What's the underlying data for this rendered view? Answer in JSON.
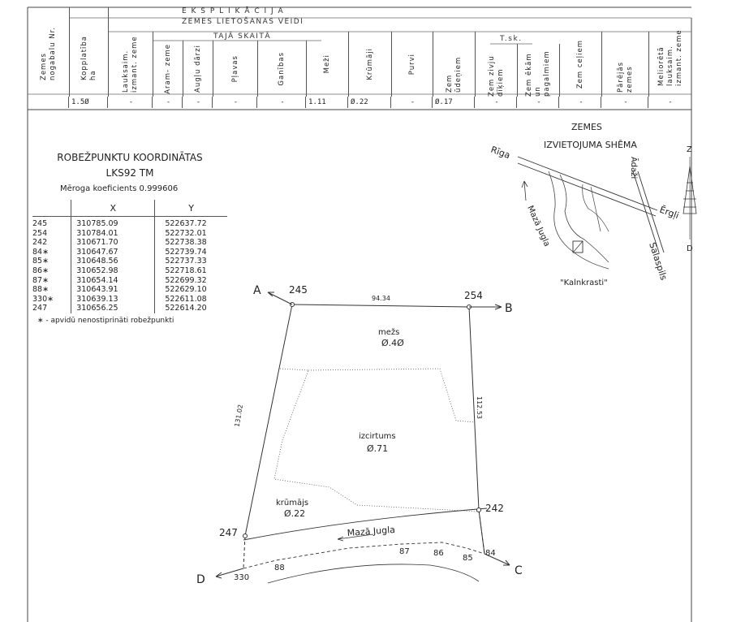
{
  "explication": {
    "title": "E K S P L I K Ā C I J A",
    "land_use_header": "ZEMES LIETOŠANAS VEIDI",
    "incl_header": "TAJĀ SKAITĀ",
    "tsk_header": "T.sk.",
    "columns": [
      {
        "label": "Zemes nogabalu Nr.",
        "value": ""
      },
      {
        "label": "Kopplatība ha",
        "value": "1.5Ø"
      },
      {
        "label": "Lauksaim. izmant. zeme",
        "value": "-"
      },
      {
        "label": "Aram- zeme",
        "value": "-"
      },
      {
        "label": "Augļu dārzi",
        "value": "-"
      },
      {
        "label": "Pļavas",
        "value": "-"
      },
      {
        "label": "Ganības",
        "value": "-"
      },
      {
        "label": "Meži",
        "value": "1.11"
      },
      {
        "label": "Krūmāji",
        "value": "Ø.22"
      },
      {
        "label": "Purvi",
        "value": "-"
      },
      {
        "label": "Zem ūdeņiem",
        "value": "Ø.17"
      },
      {
        "label": "Zem zivju dīķiem",
        "value": "-"
      },
      {
        "label": "Zem ēkām un pagalmiem",
        "value": "-"
      },
      {
        "label": "Zem ceļiem",
        "value": "-"
      },
      {
        "label": "Pārējās zemes",
        "value": "-"
      },
      {
        "label": "Meliorētā lauksaim. izmant. zeme",
        "value": "-"
      }
    ]
  },
  "coordinates": {
    "title_line1": "ROBEŽPUNKTU KOORDINĀTAS",
    "title_line2": "LKS92 TM",
    "scale_factor": "Mēroga koeficients 0.999606",
    "col_x": "X",
    "col_y": "Y",
    "rows": [
      {
        "n": "245",
        "x": "310785.09",
        "y": "522637.72"
      },
      {
        "n": "254",
        "x": "310784.01",
        "y": "522732.01"
      },
      {
        "n": "242",
        "x": "310671.70",
        "y": "522738.38"
      },
      {
        "n": "84∗",
        "x": "310647.67",
        "y": "522739.74"
      },
      {
        "n": "85∗",
        "x": "310648.56",
        "y": "522737.33"
      },
      {
        "n": "86∗",
        "x": "310652.98",
        "y": "522718.61"
      },
      {
        "n": "87∗",
        "x": "310654.14",
        "y": "522699.32"
      },
      {
        "n": "88∗",
        "x": "310643.91",
        "y": "522629.10"
      },
      {
        "n": "330∗",
        "x": "310639.13",
        "y": "522611.08"
      },
      {
        "n": "247",
        "x": "310656.25",
        "y": "522614.20"
      }
    ],
    "note": "∗ - apvidū nenostiprināti robežpunkti"
  },
  "scheme": {
    "title_line1": "ZEMES",
    "title_line2": "IZVIETOJUMA SHĒMA",
    "riga": "Rīga",
    "adazi": "Ādaži",
    "ergli": "Ērgļi",
    "salaspils": "Salaspils",
    "maza_jugla": "Mazā Jugla",
    "kalnkrasti": "\"Kalnkrasti\"",
    "north": "Z",
    "south": "D"
  },
  "plot": {
    "dir_a": "A",
    "dir_b": "B",
    "dir_c": "C",
    "dir_d": "D",
    "pt_245": "245",
    "pt_254": "254",
    "pt_242": "242",
    "pt_247": "247",
    "pt_330": "330",
    "pt_88": "88",
    "pt_87": "87",
    "pt_86": "86",
    "pt_85": "85",
    "pt_84": "84",
    "len_top": "94.34",
    "len_right": "112.53",
    "len_left": "131.02",
    "forest_label": "mežs",
    "forest_area": "Ø.4Ø",
    "clearing_label": "izcirtums",
    "clearing_area": "Ø.71",
    "shrub_label": "krūmājs",
    "shrub_area": "Ø.22",
    "river_label": "Mazā Jugla"
  }
}
